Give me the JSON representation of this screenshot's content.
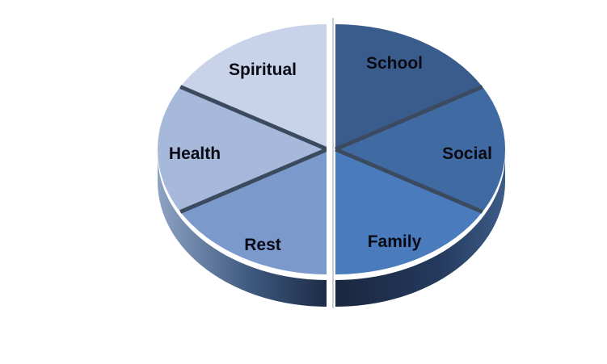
{
  "diagram": {
    "segments": [
      {
        "id": "school",
        "label": "School",
        "color": "#3a5c8c",
        "side_color": "#1e3352"
      },
      {
        "id": "social",
        "label": "Social",
        "color": "#3f6aa2",
        "side_color": "#213a5e"
      },
      {
        "id": "family",
        "label": "Family",
        "color": "#4a7cbd",
        "side_color": "#23406a"
      },
      {
        "id": "rest",
        "label": "Rest",
        "color": "#7b99cb",
        "side_color": "#354f78"
      },
      {
        "id": "health",
        "label": "Health",
        "color": "#a6b9da",
        "side_color": "#4b6388"
      },
      {
        "id": "spiritual",
        "label": "Spiritual",
        "color": "#c8d3e9",
        "side_color": "#6a7ea0"
      }
    ],
    "accent_colors": {
      "divider": "#ffffff",
      "seam": "#3c4a60"
    }
  }
}
